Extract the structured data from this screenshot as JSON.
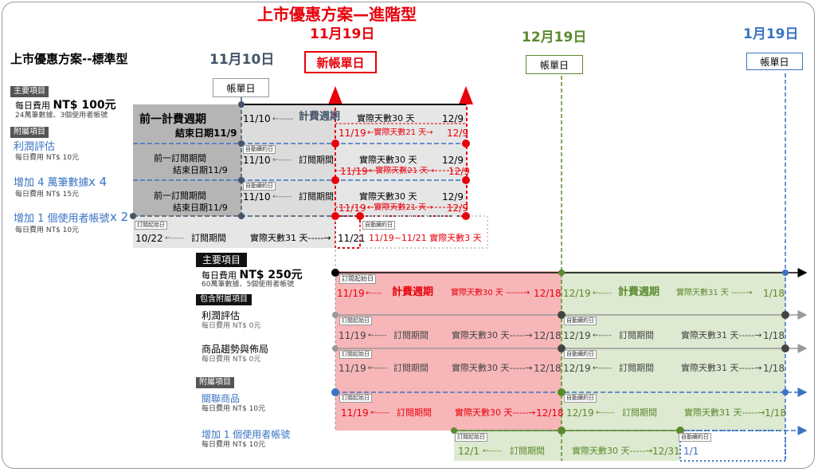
{
  "title": "上市優惠方案—進階型",
  "colors": {
    "red": "#e8000b",
    "blue": "#3a73c4",
    "green": "#5b8a2e",
    "dark": "#44546a",
    "gray": "#444",
    "pink": "#f7b6b8",
    "lightgreen": "#dde9d0",
    "lightgray": "#d8d8d8",
    "midgray": "#b5b5b5"
  },
  "dates": {
    "nov10": {
      "date": "11月10日",
      "label": "帳單日"
    },
    "nov19": {
      "date": "11月19日",
      "label": "新帳單日"
    },
    "dec19": {
      "date": "12月19日",
      "label": "帳單日"
    },
    "jan19": {
      "date": "1月19日",
      "label": "帳單日"
    }
  },
  "standard": {
    "title": "上市優惠方案--標準型",
    "main_tag": "主要項目",
    "main_fee_prefix": "每日費用 ",
    "main_fee": "NT$ 100元",
    "main_desc": "24萬筆數據、3個使用者帳號",
    "addon_tag": "附屬項目",
    "addons": [
      {
        "name": "利潤評估",
        "fee": "每日費用 NT$ 10元",
        "mult": ""
      },
      {
        "name": "增加 4 萬筆數據",
        "fee": "每日費用 NT$ 15元",
        "mult": "x 4"
      },
      {
        "name": "增加 1 個使用者帳號",
        "fee": "每日費用 NT$ 10元",
        "mult": "x 2"
      }
    ]
  },
  "advanced": {
    "main_tag": "主要項目",
    "main_fee_prefix": "每日費用 ",
    "main_fee": "NT$ 250元",
    "main_desc": "60萬筆數據、5個使用者帳號",
    "included_tag": "包含附屬項目",
    "included": [
      {
        "name": "利潤評估",
        "fee": "每日費用 NT$ 0元"
      },
      {
        "name": "商品趨勢與佈局",
        "fee": "每日費用 NT$ 0元"
      }
    ],
    "addon_tag": "附屬項目",
    "addons": [
      {
        "name": "關聯商品",
        "fee": "每日費用 NT$ 10元"
      },
      {
        "name": "增加 1 個使用者帳號",
        "fee": "每日費用 NT$ 10元"
      }
    ]
  },
  "chips": {
    "auto": "自動續約日",
    "start": "訂閱起始日"
  },
  "left_rows": {
    "r1": {
      "a": "前一計費週期",
      "b": "結束日期11/9",
      "c": "11/10",
      "d": "計費週期",
      "e": "實際天數30 天",
      "f": "12/9",
      "g": "11/19",
      "h": "實際天數21 天",
      "i": "12/9"
    },
    "r2": {
      "a": "前一訂閱期間",
      "b": "結束日期11/9",
      "c": "11/10",
      "d": "訂閱期間",
      "e": "實際天數30 天",
      "f": "12/9",
      "g": "11/19",
      "h": "實際天數21 天",
      "i": "12/9"
    },
    "r3": {
      "a": "前一訂閱期間",
      "b": "結束日期11/9",
      "c": "11/10",
      "d": "訂閱期間",
      "e": "實際天數30 天",
      "f": "12/9",
      "g": "11/19",
      "h": "實際天數21 天",
      "i": "12/9"
    },
    "r4": {
      "a": "10/22",
      "b": "訂閱期間",
      "c": "實際天數31 天",
      "d": "11/21",
      "e": "11/19~11/21 實際天數3 天"
    }
  },
  "right_rows": {
    "main": {
      "a": "11/19",
      "b": "計費週期",
      "c": "實際天數30 天",
      "d": "12/18",
      "e": "12/19",
      "f": "計費週期",
      "g": "實際天數31 天",
      "h": "1/18"
    },
    "inc1": {
      "a": "11/19",
      "b": "訂閱期間",
      "c": "實際天數30 天",
      "d": "12/18",
      "e": "12/19",
      "f": "訂閱期間",
      "g": "實際天數31 天",
      "h": "1/18"
    },
    "inc2": {
      "a": "11/19",
      "b": "訂閱期間",
      "c": "實際天數30 天",
      "d": "12/18",
      "e": "12/19",
      "f": "訂閱期間",
      "g": "實際天數31 天",
      "h": "1/18"
    },
    "add1": {
      "a": "11/19",
      "b": "訂閱期間",
      "c": "實際天數30 天",
      "d": "12/18",
      "e": "12/19",
      "f": "訂閱期間",
      "g": "實際天數31 天",
      "h": "1/18"
    },
    "add2": {
      "a": "12/1",
      "b": "訂閱期間",
      "c": "實際天數30 天",
      "d": "12/31",
      "e": "1/1"
    }
  }
}
